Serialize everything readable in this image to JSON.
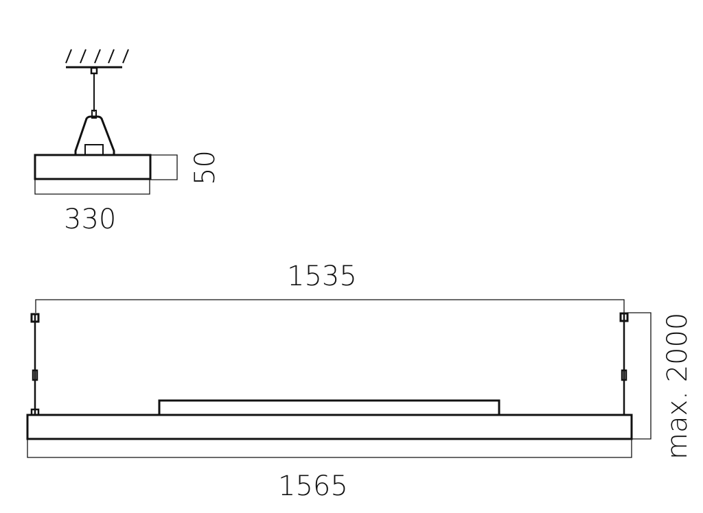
{
  "drawing": {
    "type": "technical dimension drawing of suspended linear luminaire",
    "side_view": {
      "width_label": "330",
      "height_label": "50"
    },
    "front_view": {
      "suspension_spacing_label": "1535",
      "overall_length_label": "1565",
      "max_height_label": "max. 2000"
    },
    "colors": {
      "line": "#111111",
      "background": "#ffffff"
    }
  }
}
